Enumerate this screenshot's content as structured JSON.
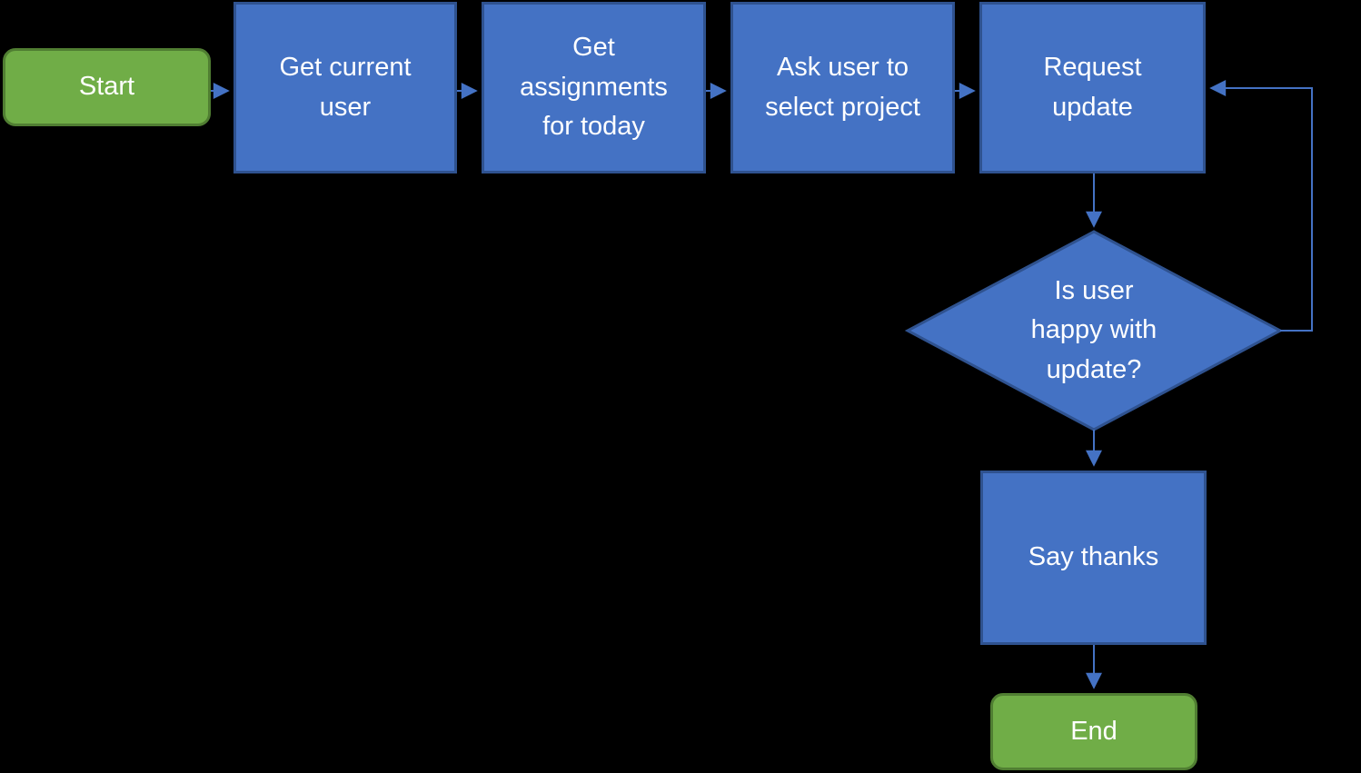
{
  "diagram": {
    "type": "flowchart",
    "background_color": "#000000",
    "colors": {
      "process_fill": "#4472C4",
      "process_border": "#2F528F",
      "decision_fill": "#4472C4",
      "decision_border": "#2F528F",
      "terminator_fill": "#70AD47",
      "terminator_border": "#507E32",
      "connector": "#4472C4",
      "text": "#FFFFFF"
    },
    "nodes": [
      {
        "id": "start",
        "type": "terminator",
        "label": "Start"
      },
      {
        "id": "get-current-user",
        "type": "process",
        "label": "Get current\nuser"
      },
      {
        "id": "get-assignments-for-today",
        "type": "process",
        "label": "Get\nassignments\nfor today"
      },
      {
        "id": "ask-user-to-select-project",
        "type": "process",
        "label": "Ask user to\nselect project"
      },
      {
        "id": "request-update",
        "type": "process",
        "label": "Request\nupdate"
      },
      {
        "id": "is-user-happy-with-update",
        "type": "decision",
        "label": "Is user\nhappy with\nupdate?"
      },
      {
        "id": "say-thanks",
        "type": "process",
        "label": "Say thanks"
      },
      {
        "id": "end",
        "type": "terminator",
        "label": "End"
      }
    ],
    "edges": [
      {
        "from": "start",
        "to": "get-current-user",
        "label": ""
      },
      {
        "from": "get-current-user",
        "to": "get-assignments-for-today",
        "label": ""
      },
      {
        "from": "get-assignments-for-today",
        "to": "ask-user-to-select-project",
        "label": ""
      },
      {
        "from": "ask-user-to-select-project",
        "to": "request-update",
        "label": ""
      },
      {
        "from": "request-update",
        "to": "is-user-happy-with-update",
        "label": ""
      },
      {
        "from": "is-user-happy-with-update",
        "to": "request-update",
        "label": "",
        "note": "feedback loop on right side"
      },
      {
        "from": "is-user-happy-with-update",
        "to": "say-thanks",
        "label": ""
      },
      {
        "from": "say-thanks",
        "to": "end",
        "label": ""
      }
    ]
  }
}
